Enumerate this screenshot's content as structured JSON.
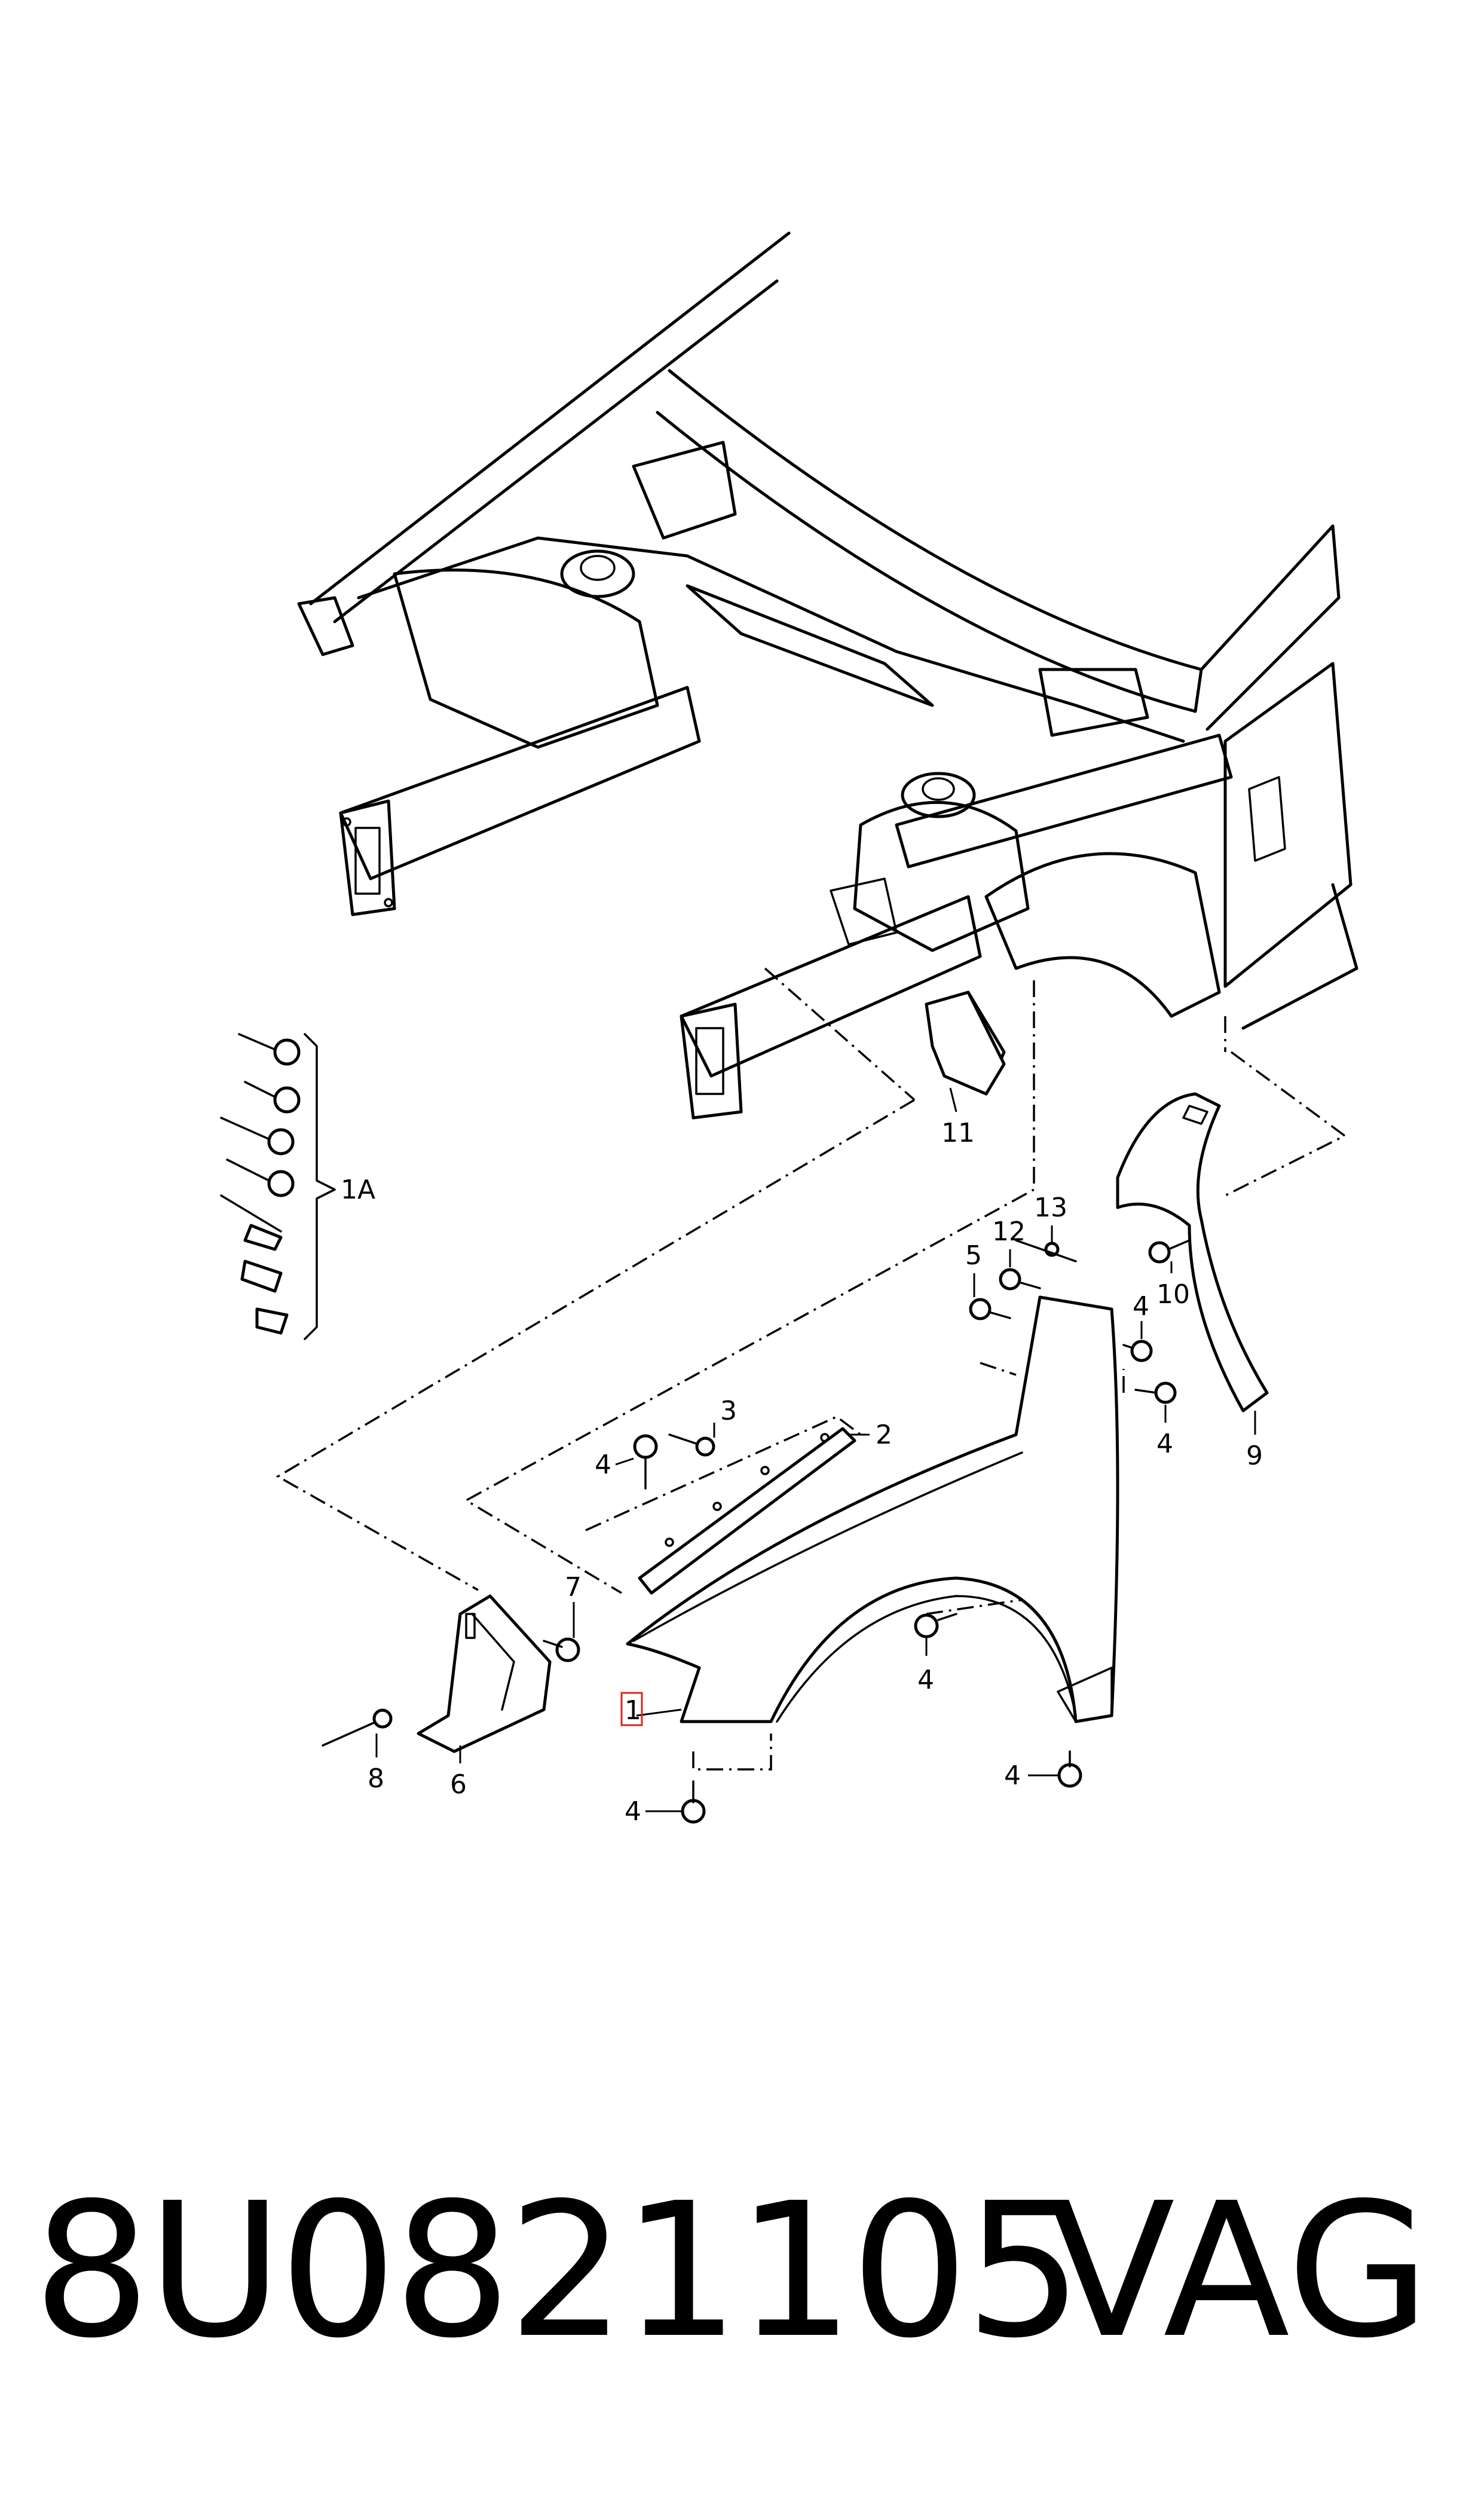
{
  "diagram": {
    "callouts": {
      "c1": "1",
      "c1A": "1A",
      "c2": "2",
      "c3": "3",
      "c4a": "4",
      "c4b": "4",
      "c4c": "4",
      "c4d": "4",
      "c4e": "4",
      "c4f": "4",
      "c5": "5",
      "c6": "6",
      "c7": "7",
      "c8": "8",
      "c9": "9",
      "c10": "10",
      "c11": "11",
      "c12": "12",
      "c13": "13"
    }
  },
  "footer": {
    "part_number": "8U0821105",
    "brand": "VAG"
  }
}
